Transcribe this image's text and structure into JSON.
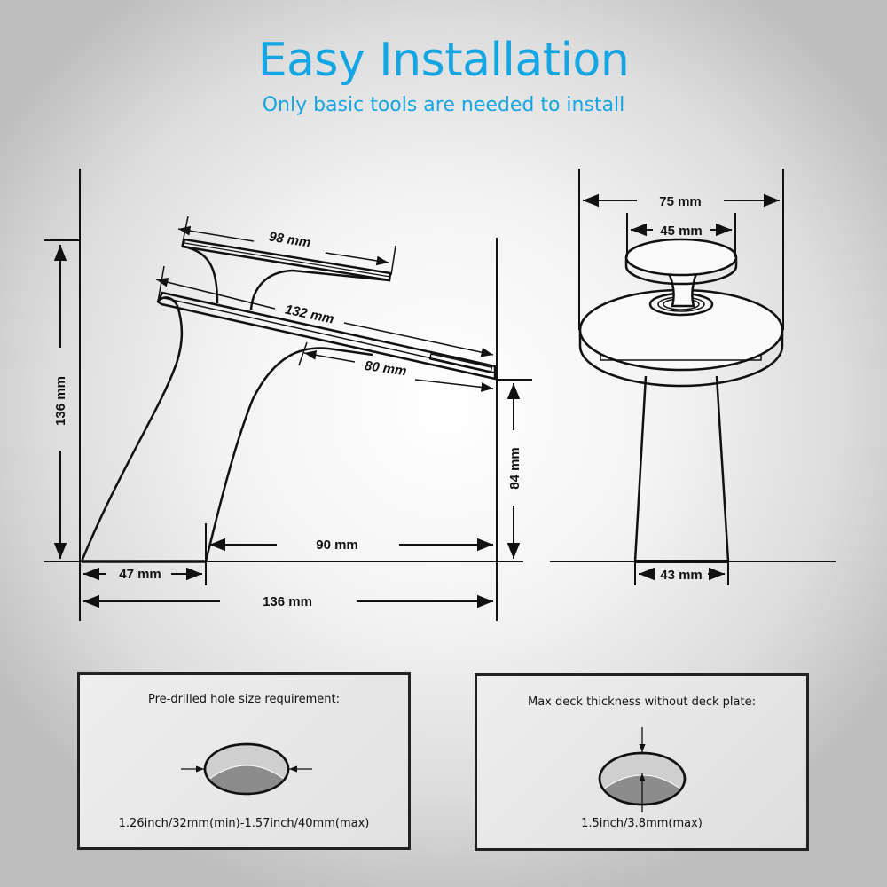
{
  "header": {
    "title": "Easy Installation",
    "subtitle": "Only basic tools are needed to install",
    "accent_color": "#14a6e3"
  },
  "side_view": {
    "dimensions": {
      "handle_length": "98 mm",
      "spout_length": "132 mm",
      "spout_reach": "80 mm",
      "total_height": "136 mm",
      "spout_height": "84 mm",
      "base_to_spout": "90 mm",
      "base_width": "47 mm",
      "total_depth": "136 mm"
    }
  },
  "front_view": {
    "dimensions": {
      "spout_width": "75 mm",
      "handle_width": "45 mm",
      "base_width": "43 mm"
    }
  },
  "panels": {
    "hole_size": {
      "title": "Pre-drilled hole size requirement:",
      "caption": "1.26inch/32mm(min)-1.57inch/40mm(max)"
    },
    "deck_thickness": {
      "title": "Max deck thickness without deck plate:",
      "caption": "1.5inch/3.8mm(max)"
    }
  }
}
